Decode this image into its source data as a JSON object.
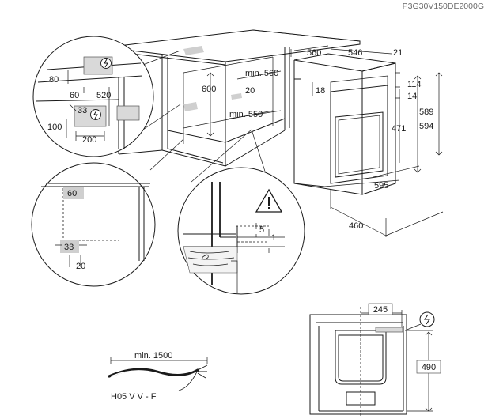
{
  "model_code": "P3G30V150DE2000G",
  "dimensions": {
    "d80": "80",
    "d60": "60",
    "d520": "520",
    "d33_top": "33",
    "d100": "100",
    "d200": "200",
    "d600": "600",
    "min560": "min. 560",
    "d20_cab": "20",
    "min550": "min. 550",
    "d560_oven": "560",
    "d546": "546",
    "d21": "21",
    "d18": "18",
    "d114": "114",
    "d14": "14",
    "d589": "589",
    "d471": "471",
    "d594": "594",
    "d595": "595",
    "d460": "460",
    "d60_side": "60",
    "d33_side": "33",
    "d20_side": "20",
    "d5": "5",
    "d1": "1",
    "cable_min": "min. 1500",
    "cable_type": "H05 V V - F",
    "d245": "245",
    "d490": "490"
  },
  "icons": {
    "power": "power-symbol-icon",
    "warning": "warning-triangle-icon"
  },
  "colors": {
    "line": "#1a1a1a",
    "marker_fill": "#cfcfcf",
    "code_text": "#6a6a6a"
  }
}
